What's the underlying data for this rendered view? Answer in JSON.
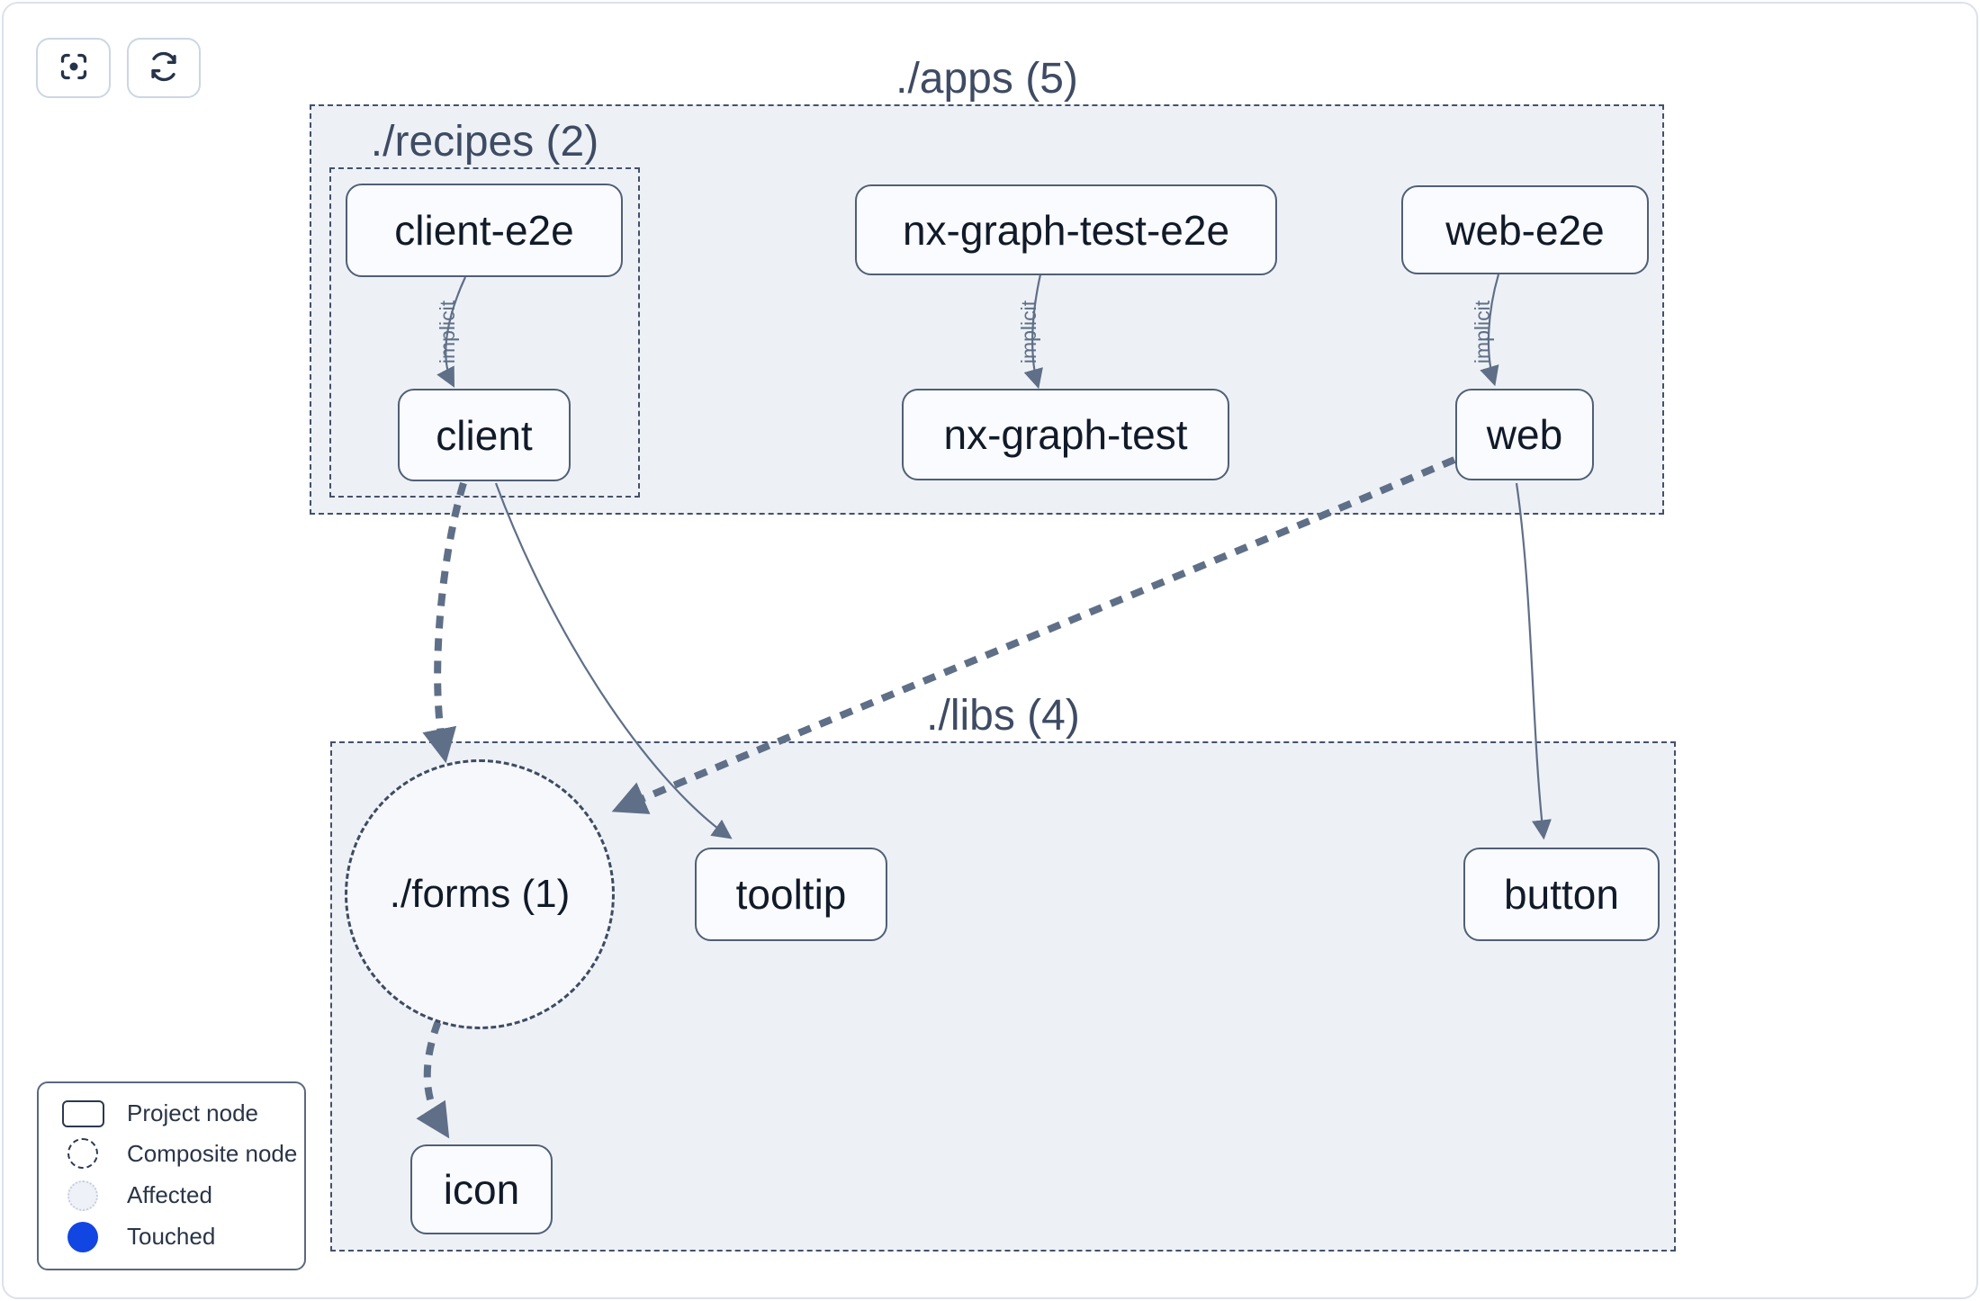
{
  "toolbar": {
    "buttons": [
      {
        "name": "focus-center",
        "icon": "focus-center-icon"
      },
      {
        "name": "refresh",
        "icon": "refresh-icon"
      }
    ]
  },
  "graph": {
    "containers": {
      "apps": {
        "label": "./apps (5)"
      },
      "recipes": {
        "label": "./recipes (2)"
      },
      "libs": {
        "label": "./libs (4)"
      }
    },
    "nodes": {
      "client_e2e": {
        "label": "client-e2e",
        "type": "project"
      },
      "nx_graph_test_e2e": {
        "label": "nx-graph-test-e2e",
        "type": "project"
      },
      "web_e2e": {
        "label": "web-e2e",
        "type": "project"
      },
      "client": {
        "label": "client",
        "type": "project"
      },
      "nx_graph_test": {
        "label": "nx-graph-test",
        "type": "project"
      },
      "web": {
        "label": "web",
        "type": "project"
      },
      "forms": {
        "label": "./forms (1)",
        "type": "composite"
      },
      "tooltip": {
        "label": "tooltip",
        "type": "project"
      },
      "button": {
        "label": "button",
        "type": "project"
      },
      "icon": {
        "label": "icon",
        "type": "project"
      }
    },
    "edges": [
      {
        "source": "client-e2e",
        "target": "client",
        "label": "implicit",
        "line": "solid-thin"
      },
      {
        "source": "nx-graph-test-e2e",
        "target": "nx-graph-test",
        "label": "implicit",
        "line": "solid-thin"
      },
      {
        "source": "web-e2e",
        "target": "web",
        "label": "implicit",
        "line": "solid-thin"
      },
      {
        "source": "client",
        "target": "./forms (1)",
        "label": "",
        "line": "dashed-thick"
      },
      {
        "source": "client",
        "target": "tooltip",
        "label": "",
        "line": "solid-thin"
      },
      {
        "source": "web",
        "target": "./forms (1)",
        "label": "",
        "line": "dashed-thick"
      },
      {
        "source": "web",
        "target": "button",
        "label": "",
        "line": "solid-thin"
      },
      {
        "source": "./forms (1)",
        "target": "icon",
        "label": "",
        "line": "dashed-thick"
      }
    ]
  },
  "legend": {
    "items": [
      {
        "icon": "project-node-swatch",
        "label": "Project node"
      },
      {
        "icon": "composite-node-swatch",
        "label": "Composite node"
      },
      {
        "icon": "affected-swatch",
        "label": "Affected"
      },
      {
        "icon": "touched-swatch",
        "label": "Touched"
      }
    ]
  },
  "colors": {
    "touched": "#1146e2",
    "affected_fill": "#eef1f7",
    "affected_border": "#c7cedb",
    "edge": "#5f6f87",
    "container_fill": "#edf1f6",
    "container_border": "#44516b",
    "node_border": "#505f76",
    "node_fill": "#fafbfe",
    "node_text": "#111a29",
    "label_text": "#3e4b63",
    "frame_border": "#dbe1ec"
  }
}
